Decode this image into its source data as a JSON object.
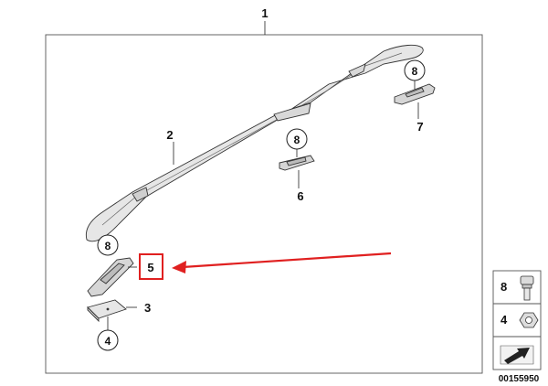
{
  "diagram": {
    "main_label": "1",
    "parts": [
      {
        "id": "roof-rail",
        "label": "2"
      },
      {
        "id": "cover-plate",
        "label": "3"
      },
      {
        "id": "nut-ref-bottom",
        "label": "4"
      },
      {
        "id": "front-mount",
        "label": "5"
      },
      {
        "id": "middle-mount",
        "label": "6"
      },
      {
        "id": "rear-mount",
        "label": "7"
      }
    ],
    "callout_circles": [
      "8",
      "8",
      "8",
      "4"
    ],
    "legend": [
      {
        "label": "8",
        "icon": "bolt-icon"
      },
      {
        "label": "4",
        "icon": "nut-icon"
      },
      {
        "label": "",
        "icon": "arrow-icon"
      }
    ],
    "highlight": {
      "label": "5",
      "color": "#e02020"
    },
    "diagram_number": "00155950"
  }
}
